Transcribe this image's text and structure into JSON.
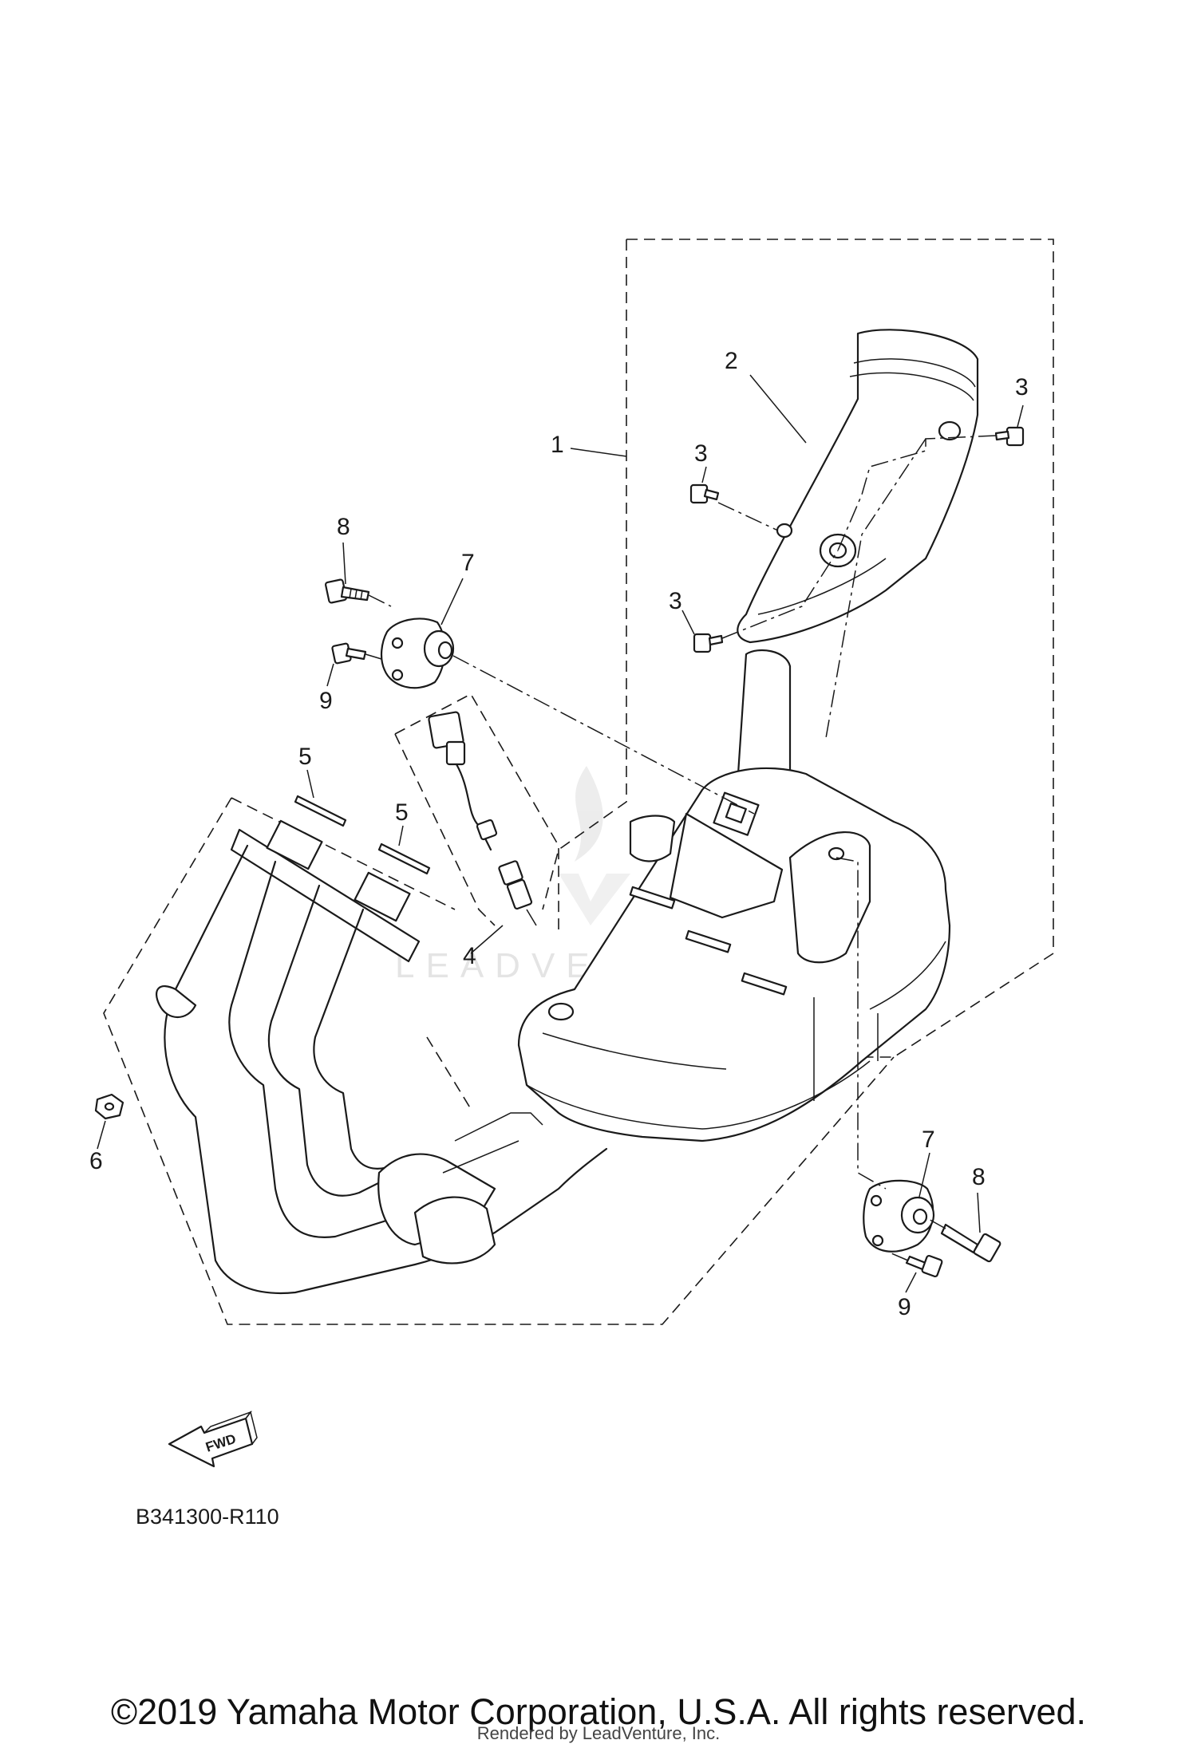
{
  "diagram": {
    "callouts": [
      "1",
      "2",
      "3",
      "3",
      "3",
      "4",
      "5",
      "5",
      "6",
      "7",
      "7",
      "8",
      "8",
      "9",
      "9"
    ],
    "fwd_label": "FWD",
    "diagram_code": "B341300-R110",
    "watermark": "LEADVENTURE"
  },
  "footer": {
    "copyright": "©2019 Yamaha Motor Corporation, U.S.A. All rights reserved.",
    "rendered_by": "Rendered by LeadVenture, Inc."
  }
}
